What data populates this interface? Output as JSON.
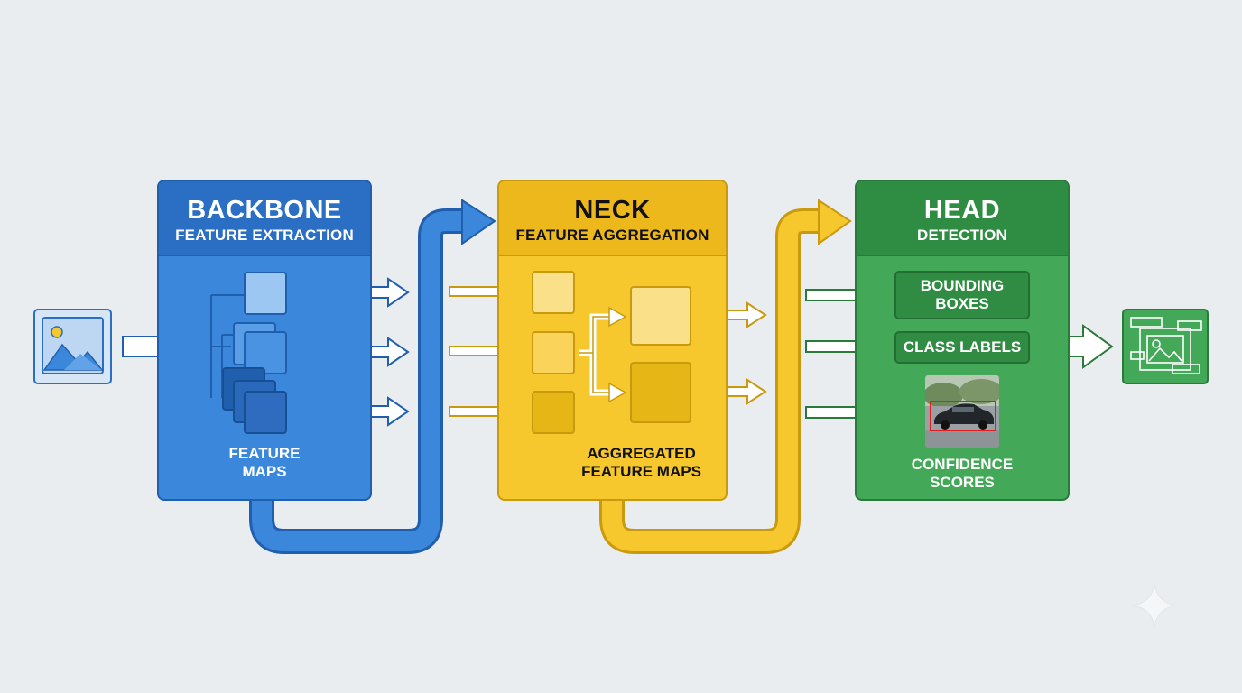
{
  "backbone": {
    "title": "BACKBONE",
    "subtitle": "FEATURE EXTRACTION",
    "caption_line1": "FEATURE",
    "caption_line2": "MAPS",
    "color": "#3b87dc"
  },
  "neck": {
    "title": "NECK",
    "subtitle": "FEATURE AGGREGATION",
    "caption_line1": "AGGREGATED",
    "caption_line2": "FEATURE MAPS",
    "color": "#f7c82d"
  },
  "head": {
    "title": "HEAD",
    "subtitle": "DETECTION",
    "outputs": [
      {
        "line1": "BOUNDING",
        "line2": "BOXES"
      },
      {
        "line1": "CLASS LABELS",
        "line2": ""
      }
    ],
    "caption_line1": "CONFIDENCE",
    "caption_line2": "SCORES",
    "color": "#43a857"
  },
  "icons": {
    "input": "image-icon",
    "output": "detection-result-icon",
    "sample": "car-detection-thumbnail"
  }
}
